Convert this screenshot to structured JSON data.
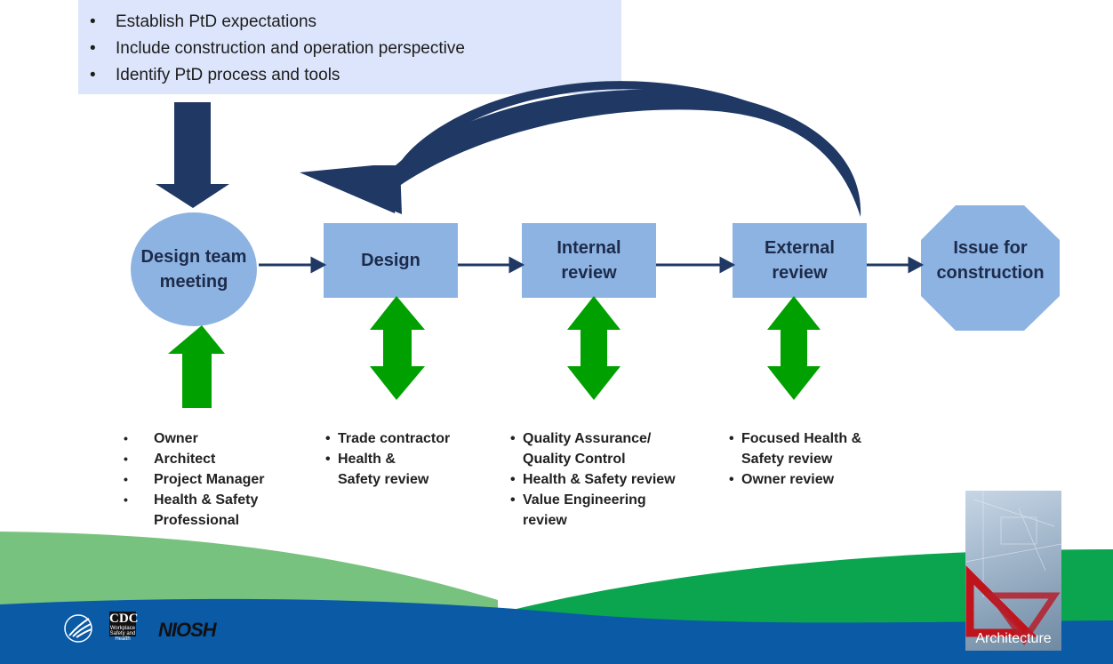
{
  "banner": {
    "items": [
      "Establish PtD expectations",
      "Include construction and operation perspective",
      "Identify PtD process and tools"
    ]
  },
  "nodes": {
    "meeting": "Design team meeting",
    "design": "Design",
    "internal": "Internal review",
    "external": "External review",
    "issue": "Issue for construction"
  },
  "lists": {
    "meeting": [
      "Owner",
      "Architect",
      "Project Manager",
      "Health & Safety Professional"
    ],
    "design": [
      "Trade contractor",
      "Health & Safety review"
    ],
    "internal": [
      "Quality Assurance/ Quality Control",
      "Health & Safety review",
      "Value Engineering review"
    ],
    "external": [
      "Focused Health & Safety review",
      "Owner review"
    ]
  },
  "logos": {
    "cdc": "CDC",
    "cdc_sub": "Workplace Safety and Health",
    "niosh": "NIOSH"
  },
  "corner_image": {
    "label": "Architecture"
  },
  "colors": {
    "banner_bg": "#dce5fb",
    "node_fill": "#8db3e2",
    "dark_arrow": "#1f3864",
    "green_arrow": "#00a000",
    "footer_blue": "#0a5aa6",
    "footer_green": "#00a651"
  }
}
